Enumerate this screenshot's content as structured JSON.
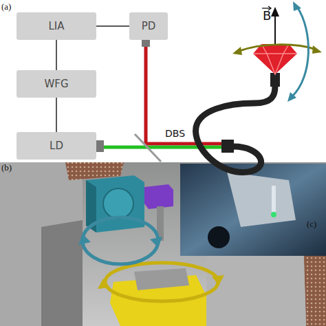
{
  "diagram": {
    "nodes": [
      {
        "text": [
          "LIA"
        ]
      },
      {
        "text": [
          "PD"
        ]
      },
      {
        "text": [
          "WFG"
        ]
      },
      {
        "text": [
          "LD"
        ]
      }
    ],
    "edges": [
      {
        "from": 0,
        "to": 1,
        "arrow": "none"
      },
      {
        "from": 0,
        "to": 2,
        "arrow": "none"
      },
      {
        "from": 2,
        "to": 3,
        "arrow": "none"
      }
    ],
    "labels": [
      "(a)",
      "DBS",
      "B",
      "(b)",
      "(c)"
    ]
  }
}
